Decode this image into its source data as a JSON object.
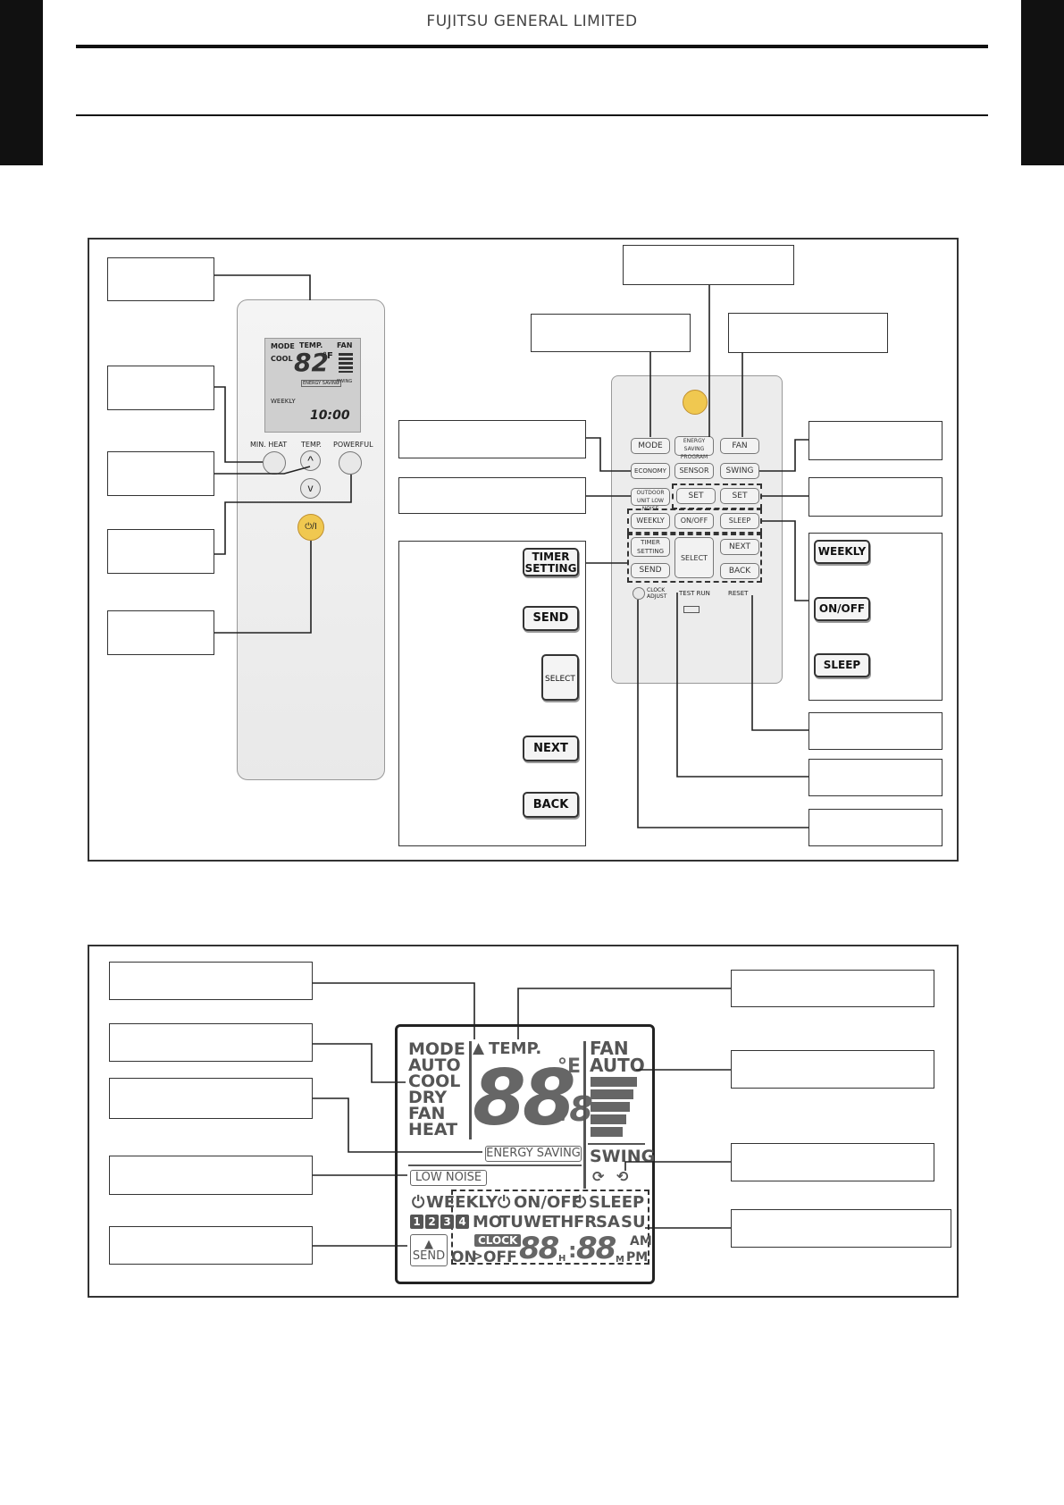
{
  "header": {
    "company": "FUJITSU GENERAL LIMITED"
  },
  "remote": {
    "lcd": {
      "mode": "MODE",
      "cool": "COOL",
      "temp": "TEMP.",
      "digits": "82",
      "unit": "°F",
      "fan": "FAN",
      "energy_saving": "ENERGY SAVING",
      "swing": "SWING",
      "weekly": "WEEKLY",
      "time": "10:00"
    },
    "btn_min_heat": "MIN. HEAT",
    "btn_temp": "TEMP.",
    "btn_powerful": "POWERFUL",
    "power_symbol": "⏻/I"
  },
  "inner_panel": {
    "mode": "MODE",
    "energy_saving_program": "ENERGY SAVING PROGRAM",
    "fan": "FAN",
    "economy": "ECONOMY",
    "sensor": "SENSOR",
    "swing": "SWING",
    "outdoor_unit_low_noise": "OUTDOOR UNIT LOW NOISE",
    "set1": "SET",
    "set2": "SET",
    "weekly": "WEEKLY",
    "on_off": "ON/OFF",
    "sleep": "SLEEP",
    "timer_setting": "TIMER SETTING",
    "select": "SELECT",
    "next": "NEXT",
    "send": "SEND",
    "back": "BACK",
    "clock_adjust": "CLOCK ADJUST",
    "test_run": "TEST RUN",
    "reset": "RESET"
  },
  "timer_legend": {
    "timer_setting": "TIMER SETTING",
    "send": "SEND",
    "select": "SELECT",
    "next": "NEXT",
    "back": "BACK"
  },
  "timer_type_legend": {
    "weekly": "WEEKLY",
    "on_off": "ON/OFF",
    "sleep": "SLEEP"
  },
  "display": {
    "mode": "MODE",
    "auto": "AUTO",
    "cool": "COOL",
    "dry": "DRY",
    "fan_mode": "FAN",
    "heat": "HEAT",
    "temp": "TEMP.",
    "digits": "88",
    "decimal": ".8",
    "unit": "°E",
    "fan": "FAN",
    "fan_auto": "AUTO",
    "energy_saving": "ENERGY SAVING",
    "swing": "SWING",
    "low_noise": "LOW NOISE",
    "weekly": "WEEKLY",
    "on_off": "ON/OFF",
    "sleep": "SLEEP",
    "prog_nums": [
      "1",
      "2",
      "3",
      "4"
    ],
    "days": [
      "MO",
      "TU",
      "WE",
      "TH",
      "FR",
      "SA",
      "SU"
    ],
    "clock": "CLOCK",
    "send": "SEND",
    "on": "ON",
    "off": "OFF",
    "hours": "88",
    "h": "H",
    "minutes": "88",
    "am": "AM",
    "m": "M",
    "pm": "PM"
  }
}
